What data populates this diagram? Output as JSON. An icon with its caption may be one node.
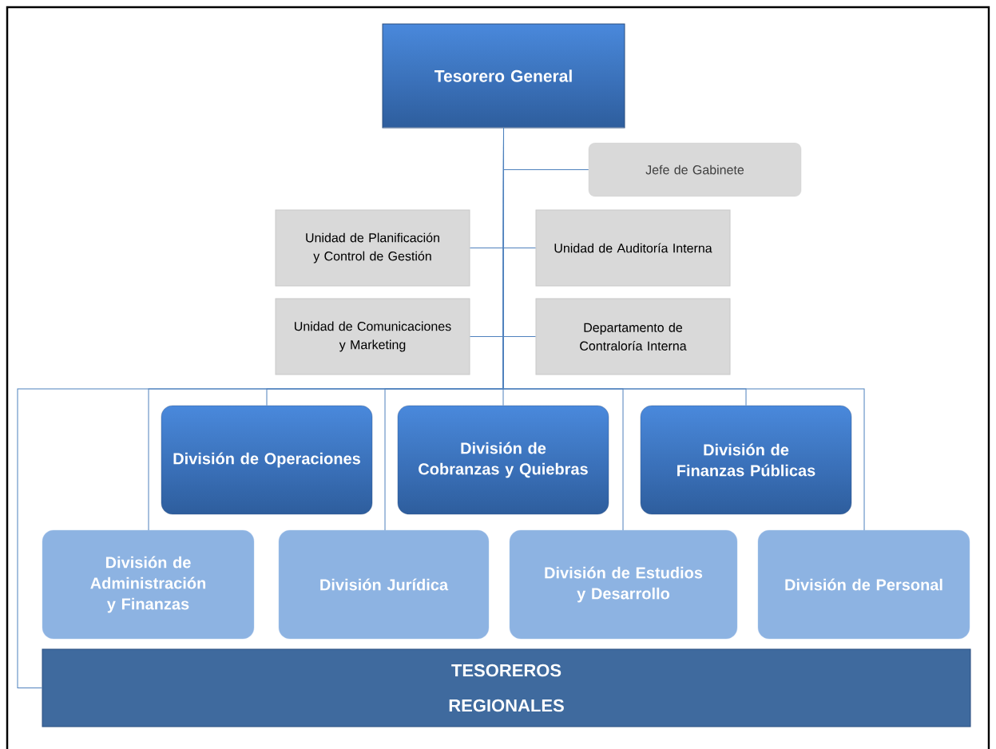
{
  "diagram": {
    "nodes": [
      {
        "text": [
          "Tesorero General"
        ]
      },
      {
        "text": [
          "Jefe de Gabinete"
        ]
      },
      {
        "text": [
          "Unidad de Planificación y Control de Gestión"
        ]
      },
      {
        "text": [
          "Unidad de Auditoría Interna"
        ]
      },
      {
        "text": [
          "Unidad de Comunicaciones y Marketing"
        ]
      },
      {
        "text": [
          "Departamento de Contraloría Interna"
        ]
      },
      {
        "text": [
          "División de Operaciones"
        ]
      },
      {
        "text": [
          "División de Cobranzas y Quiebras"
        ]
      },
      {
        "text": [
          "División de Finanzas Públicas"
        ]
      },
      {
        "text": [
          "División de Administración y Finanzas"
        ]
      },
      {
        "text": [
          "División Jurídica"
        ]
      },
      {
        "text": [
          "División de Estudios y Desarrollo"
        ]
      },
      {
        "text": [
          "División de Personal"
        ]
      },
      {
        "text": [
          "TESOREROS REGIONALES"
        ]
      }
    ],
    "edges": [
      {
        "from": 0,
        "to": 1,
        "arrow": "none"
      },
      {
        "from": 0,
        "to": 2,
        "arrow": "none"
      },
      {
        "from": 0,
        "to": 3,
        "arrow": "none"
      },
      {
        "from": 0,
        "to": 4,
        "arrow": "none"
      },
      {
        "from": 0,
        "to": 5,
        "arrow": "none"
      },
      {
        "from": 0,
        "to": 6,
        "arrow": "none"
      },
      {
        "from": 0,
        "to": 7,
        "arrow": "none"
      },
      {
        "from": 0,
        "to": 8,
        "arrow": "none"
      },
      {
        "from": 0,
        "to": 9,
        "arrow": "none"
      },
      {
        "from": 0,
        "to": 10,
        "arrow": "none"
      },
      {
        "from": 0,
        "to": 11,
        "arrow": "none"
      },
      {
        "from": 0,
        "to": 12,
        "arrow": "none"
      },
      {
        "from": 0,
        "to": 13,
        "arrow": "none"
      }
    ]
  }
}
